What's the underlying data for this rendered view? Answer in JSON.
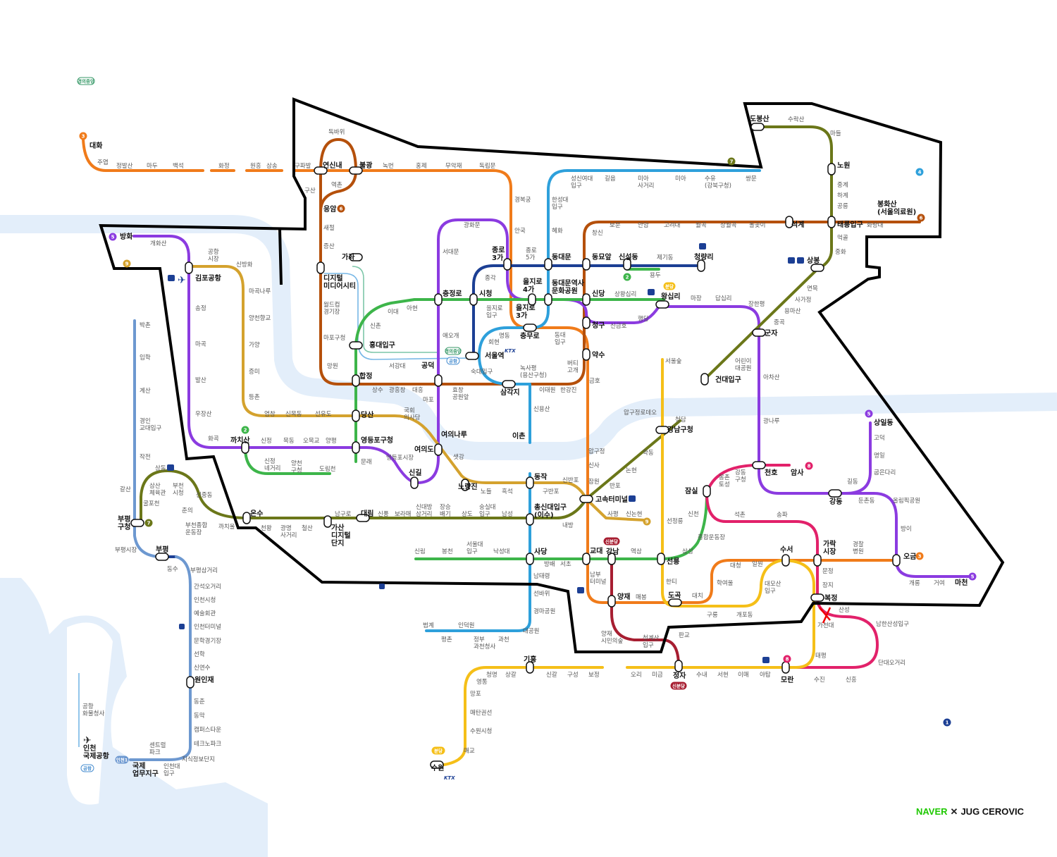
{
  "lines": {
    "line1": {
      "label": "1",
      "color": "#1c3f94"
    },
    "line2": {
      "label": "2",
      "color": "#3db54a"
    },
    "line3": {
      "label": "3",
      "color": "#f07b1a"
    },
    "line4": {
      "label": "4",
      "color": "#2ea0db"
    },
    "line5": {
      "label": "5",
      "color": "#8b3be0"
    },
    "line6": {
      "label": "6",
      "color": "#b5500b"
    },
    "line7": {
      "label": "7",
      "color": "#6b7719"
    },
    "line8": {
      "label": "8",
      "color": "#e2216a"
    },
    "line9": {
      "label": "9",
      "color": "#d4a22e"
    },
    "shinbundang": {
      "color": "#a71e31"
    },
    "suinbundang": {
      "color": "#f5bf18"
    },
    "incheon1": {
      "color": "#6d98d0"
    },
    "airport": {
      "color": "#77b7e6"
    },
    "gyeongui": {
      "color": "#7cc6a8"
    }
  },
  "badges": [
    "3",
    "6",
    "5",
    "9",
    "2",
    "2",
    "7",
    "7",
    "4",
    "6",
    "8",
    "5",
    "3",
    "5",
    "9",
    "8",
    "1"
  ],
  "pills": [
    "경의중앙",
    "신분당",
    "신분당",
    "분당",
    "분당",
    "인천1",
    "공항",
    "경의중앙",
    "공항"
  ],
  "stations": [
    "대화",
    "주엽",
    "정발산",
    "마두",
    "백석",
    "화정",
    "원흥",
    "삼송",
    "구파발",
    "연신내",
    "불광",
    "녹번",
    "홍제",
    "무악재",
    "독립문",
    "독바위",
    "역촌",
    "구산",
    "응암",
    "새절",
    "증산",
    "가좌",
    [
      "디지털",
      "미디어시티"
    ],
    [
      "월드컵",
      "경기장"
    ],
    "마포구청",
    "망원",
    "합정",
    "상수",
    "광흥창",
    "대흥",
    "마포",
    [
      "효창",
      "공원앞"
    ],
    "홍대입구",
    "신촌",
    "이대",
    "아현",
    "서강대",
    "공덕",
    "충정로",
    "서대문",
    "광화문",
    "애오개",
    "시청",
    "종각",
    [
      "종로",
      "3가"
    ],
    [
      "종로",
      "5가"
    ],
    [
      "을지로",
      "입구"
    ],
    [
      "을지로",
      "4가"
    ],
    [
      "을지로",
      "3가"
    ],
    "명동",
    "회현",
    "충무로",
    "서울역",
    "숙대입구",
    [
      "녹사평",
      "(용산구청)"
    ],
    "삼각지",
    "이태원",
    "한강진",
    [
      "버티",
      "고개"
    ],
    [
      "동대",
      "입구"
    ],
    "약수",
    "금호",
    "신용산",
    "이촌",
    "안국",
    "경복궁",
    "혜화",
    [
      "한성대",
      "입구"
    ],
    [
      "성신여대",
      "입구"
    ],
    "길음",
    [
      "미아",
      "사거리"
    ],
    "미아",
    [
      "수유",
      "(강북구청)"
    ],
    "쌍문",
    "동대문",
    [
      "동대문역사",
      "문화공원"
    ],
    "동묘앞",
    "신설동",
    "제기동",
    "청량리",
    "용두",
    "창신",
    "보문",
    "안암",
    "고려대",
    "월곡",
    "상월곡",
    "돌곶이",
    "석계",
    "신당",
    "상왕십리",
    "왕십리",
    "청구",
    "신금호",
    "행당",
    "마장",
    "답십리",
    "장한평",
    "군자",
    "도봉산",
    "수락산",
    "마들",
    "노원",
    "중계",
    "하계",
    "공릉",
    [
      "봉화산",
      "(서울의료원)"
    ],
    "태릉입구",
    "화랑대",
    "먹골",
    "중화",
    "상봉",
    "면목",
    "사가정",
    "용마산",
    "중곡",
    [
      "어린이",
      "대공원"
    ],
    "건대입구",
    "아차산",
    "광나루",
    "서울숲",
    "압구정로데오",
    "청담",
    "강남구청",
    "학동",
    "논현",
    "반포",
    "압구정",
    "신사",
    "잠원",
    "신반포",
    "구반포",
    "고속터미널",
    "사평",
    "신논현",
    "선정릉",
    "신천",
    "잠실",
    [
      "몽촌",
      "토성"
    ],
    [
      "강동",
      "구청"
    ],
    "천호",
    "암사",
    "상일동",
    "고덕",
    "명일",
    "굽은다리",
    "길동",
    "강동",
    "둔촌동",
    "올림픽공원",
    "방이",
    "오금",
    "개롱",
    "거여",
    "마천",
    "석촌",
    "송파",
    "종합운동장",
    "삼성",
    "선릉",
    [
      "가락",
      "시장"
    ],
    [
      "경찰",
      "병원"
    ],
    "수서",
    "대청",
    "일원",
    [
      "대모산",
      "입구"
    ],
    "학여울",
    "문정",
    "장지",
    "복정",
    "산성",
    "가천대",
    "남한산성입구",
    "태평",
    "단대오거리",
    "신흥",
    "수진",
    "모란",
    "야탑",
    "이매",
    "서현",
    "수내",
    "정자",
    "미금",
    "오리",
    "보정",
    "구성",
    "신갈",
    "기흥",
    "상갈",
    "청명",
    "영통",
    "망포",
    "매탄권선",
    "수원시청",
    "매교",
    "수원",
    "판교",
    [
      "청계산",
      "입구"
    ],
    [
      "양재",
      "시민의숲"
    ],
    "양재",
    "매봉",
    "도곡",
    "대치",
    "구룡",
    "개포동",
    "한티",
    [
      "남부",
      "터미널"
    ],
    "강남",
    "교대",
    "역삼",
    "서초",
    "방배",
    "사당",
    "남태령",
    "선바위",
    "경마공원",
    "대공원",
    "과천",
    [
      "정부",
      "과천청사"
    ],
    "인덕원",
    "평촌",
    "범계",
    "낙성대",
    [
      "서울대",
      "입구"
    ],
    "봉천",
    "신림",
    [
      "총신대입구",
      "(이수)"
    ],
    "내방",
    "동작",
    "흑석",
    "노들",
    "노량진",
    "샛강",
    "여의나루",
    "여의도",
    [
      "국회",
      "의사당"
    ],
    "당산",
    "선유도",
    "신목동",
    "염창",
    "등촌",
    "증미",
    "가양",
    "양천향교",
    "마곡나루",
    "신방화",
    [
      "공항",
      "시장"
    ],
    "김포공항",
    "방화",
    "개화산",
    "송정",
    "마곡",
    "발산",
    "우장산",
    "화곡",
    "까치산",
    "신정",
    "목동",
    "오목교",
    "양평",
    "영등포구청",
    "문래",
    "영등포시장",
    "신길",
    [
      "신정",
      "네거리"
    ],
    [
      "양천",
      "구청"
    ],
    "도림천",
    [
      "신대방",
      "삼거리"
    ],
    [
      "장승",
      "배기"
    ],
    "상도",
    [
      "숭실대",
      "입구"
    ],
    "남성",
    "보라매",
    "신풍",
    "대림",
    "남구로",
    [
      "가산",
      "디지털",
      "단지"
    ],
    "철산",
    [
      "광명",
      "사거리"
    ],
    "천왕",
    "온수",
    "까치울",
    [
      "부천종합",
      "운동장"
    ],
    "춘의",
    "신중동",
    [
      "부천",
      "시청"
    ],
    [
      "삼산",
      "체육관"
    ],
    "굴포천",
    "상동",
    [
      "부평",
      "구청"
    ],
    "갈산",
    "작전",
    [
      "경인",
      "교대입구"
    ],
    "계산",
    "임학",
    "박촌",
    "부평시장",
    "부평",
    "동수",
    "부평삼거리",
    "간석오거리",
    "인천시청",
    "예술회관",
    "인천터미널",
    "문학경기장",
    "선학",
    "신연수",
    "원인재",
    "동춘",
    "동막",
    "캠퍼스타운",
    "테크노파크",
    "지식정보단지",
    [
      "인천대",
      "입구"
    ],
    [
      "국제",
      "업무지구"
    ],
    [
      "센트럴",
      "파크"
    ],
    [
      "인천",
      "국제공항"
    ],
    [
      "공항",
      "화물청사"
    ]
  ],
  "footer": {
    "left": "NAVER",
    "separator": "✕",
    "right": "JUG CEROVIC"
  }
}
